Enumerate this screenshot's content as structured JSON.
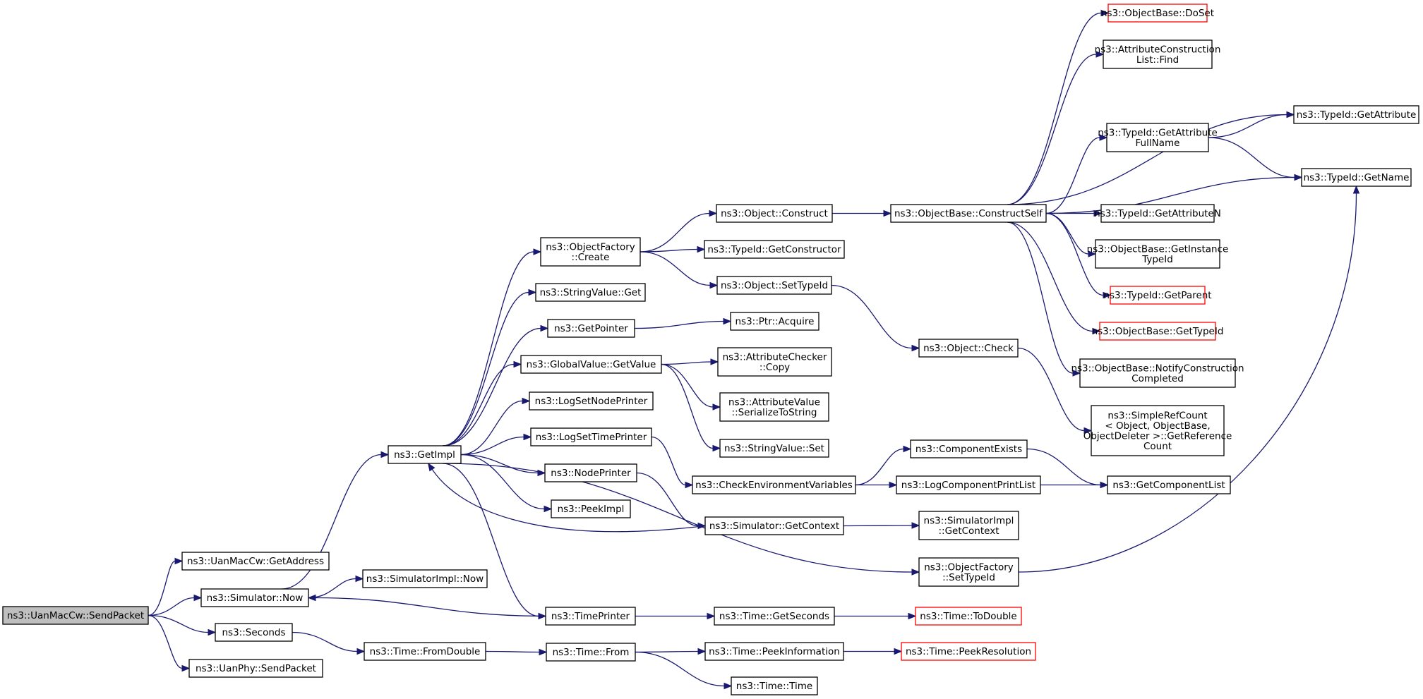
{
  "nodes": [
    {
      "id": "root",
      "lines": [
        "ns3::UanMacCw::SendPacket"
      ],
      "style": "root"
    },
    {
      "id": "getaddress",
      "lines": [
        "ns3::UanMacCw::GetAddress"
      ]
    },
    {
      "id": "simnow",
      "lines": [
        "ns3::Simulator::Now"
      ]
    },
    {
      "id": "seconds",
      "lines": [
        "ns3::Seconds"
      ]
    },
    {
      "id": "uanphysend",
      "lines": [
        "ns3::UanPhy::SendPacket"
      ]
    },
    {
      "id": "getimpl",
      "lines": [
        "ns3::GetImpl"
      ]
    },
    {
      "id": "simimplnow",
      "lines": [
        "ns3::SimulatorImpl::Now"
      ]
    },
    {
      "id": "fromdouble",
      "lines": [
        "ns3::Time::FromDouble"
      ]
    },
    {
      "id": "ofcreate",
      "lines": [
        "ns3::ObjectFactory",
        "::Create"
      ]
    },
    {
      "id": "strvalget",
      "lines": [
        "ns3::StringValue::Get"
      ]
    },
    {
      "id": "getpointer",
      "lines": [
        "ns3::GetPointer"
      ]
    },
    {
      "id": "gvgetvalue",
      "lines": [
        "ns3::GlobalValue::GetValue"
      ]
    },
    {
      "id": "logsetnode",
      "lines": [
        "ns3::LogSetNodePrinter"
      ]
    },
    {
      "id": "logsettime",
      "lines": [
        "ns3::LogSetTimePrinter"
      ]
    },
    {
      "id": "nodeprinter",
      "lines": [
        "ns3::NodePrinter"
      ]
    },
    {
      "id": "peekimpl",
      "lines": [
        "ns3::PeekImpl"
      ]
    },
    {
      "id": "timeprinter",
      "lines": [
        "ns3::TimePrinter"
      ]
    },
    {
      "id": "timefrom",
      "lines": [
        "ns3::Time::From"
      ]
    },
    {
      "id": "objconstruct",
      "lines": [
        "ns3::Object::Construct"
      ]
    },
    {
      "id": "getconstructor",
      "lines": [
        "ns3::TypeId::GetConstructor"
      ]
    },
    {
      "id": "objsettypeid",
      "lines": [
        "ns3::Object::SetTypeId"
      ]
    },
    {
      "id": "ptracquire",
      "lines": [
        "ns3::Ptr::Acquire"
      ]
    },
    {
      "id": "acheckcopy",
      "lines": [
        "ns3::AttributeChecker",
        "::Copy"
      ]
    },
    {
      "id": "avserialize",
      "lines": [
        "ns3::AttributeValue",
        "::SerializeToString"
      ]
    },
    {
      "id": "strvalset",
      "lines": [
        "ns3::StringValue::Set"
      ]
    },
    {
      "id": "checkenv",
      "lines": [
        "ns3::CheckEnvironmentVariables"
      ]
    },
    {
      "id": "simgetcontext",
      "lines": [
        "ns3::Simulator::GetContext"
      ]
    },
    {
      "id": "timegetseconds",
      "lines": [
        "ns3::Time::GetSeconds"
      ]
    },
    {
      "id": "peekinfo",
      "lines": [
        "ns3::Time::PeekInformation"
      ]
    },
    {
      "id": "timetime",
      "lines": [
        "ns3::Time::Time"
      ]
    },
    {
      "id": "constructself",
      "lines": [
        "ns3::ObjectBase::ConstructSelf"
      ]
    },
    {
      "id": "objcheck",
      "lines": [
        "ns3::Object::Check"
      ]
    },
    {
      "id": "compexists",
      "lines": [
        "ns3::ComponentExists"
      ]
    },
    {
      "id": "logcompprint",
      "lines": [
        "ns3::LogComponentPrintList"
      ]
    },
    {
      "id": "simimplgetctx",
      "lines": [
        "ns3::SimulatorImpl",
        "::GetContext"
      ]
    },
    {
      "id": "ofsettypeid",
      "lines": [
        "ns3::ObjectFactory",
        "::SetTypeId"
      ]
    },
    {
      "id": "todouble",
      "lines": [
        "ns3::Time::ToDouble"
      ],
      "style": "red"
    },
    {
      "id": "peekresolution",
      "lines": [
        "ns3::Time::PeekResolution"
      ],
      "style": "red"
    },
    {
      "id": "doset",
      "lines": [
        "ns3::ObjectBase::DoSet"
      ],
      "style": "red"
    },
    {
      "id": "aclfind",
      "lines": [
        "ns3::AttributeConstruction",
        "List::Find"
      ]
    },
    {
      "id": "getattrfullname",
      "lines": [
        "ns3::TypeId::GetAttribute",
        "FullName"
      ]
    },
    {
      "id": "getattributen",
      "lines": [
        "ns3::TypeId::GetAttributeN"
      ]
    },
    {
      "id": "getinstancetypeid",
      "lines": [
        "ns3::ObjectBase::GetInstance",
        "TypeId"
      ]
    },
    {
      "id": "getparent",
      "lines": [
        "ns3::TypeId::GetParent"
      ],
      "style": "red"
    },
    {
      "id": "obgettypeid",
      "lines": [
        "ns3::ObjectBase::GetTypeId"
      ],
      "style": "red"
    },
    {
      "id": "notifyconstruction",
      "lines": [
        "ns3::ObjectBase::NotifyConstruction",
        "Completed"
      ]
    },
    {
      "id": "simplerefcount",
      "lines": [
        "ns3::SimpleRefCount",
        "< Object, ObjectBase,",
        " ObjectDeleter >::GetReference",
        "Count"
      ]
    },
    {
      "id": "getcomponentlist",
      "lines": [
        "ns3::GetComponentList"
      ]
    },
    {
      "id": "getattribute",
      "lines": [
        "ns3::TypeId::GetAttribute"
      ]
    },
    {
      "id": "getname",
      "lines": [
        "ns3::TypeId::GetName"
      ]
    }
  ],
  "edges": [
    [
      "root",
      "getaddress"
    ],
    [
      "root",
      "simnow"
    ],
    [
      "root",
      "seconds"
    ],
    [
      "root",
      "uanphysend"
    ],
    [
      "simnow",
      "getimpl"
    ],
    [
      "simnow",
      "simimplnow"
    ],
    [
      "seconds",
      "fromdouble"
    ],
    [
      "getimpl",
      "ofcreate"
    ],
    [
      "getimpl",
      "strvalget"
    ],
    [
      "getimpl",
      "getpointer"
    ],
    [
      "getimpl",
      "gvgetvalue"
    ],
    [
      "getimpl",
      "logsetnode"
    ],
    [
      "getimpl",
      "logsettime"
    ],
    [
      "getimpl",
      "nodeprinter"
    ],
    [
      "getimpl",
      "peekimpl"
    ],
    [
      "getimpl",
      "timeprinter"
    ],
    [
      "getimpl",
      "ofsettypeid"
    ],
    [
      "fromdouble",
      "timefrom"
    ],
    [
      "ofcreate",
      "objconstruct"
    ],
    [
      "ofcreate",
      "getconstructor"
    ],
    [
      "ofcreate",
      "objsettypeid"
    ],
    [
      "getpointer",
      "ptracquire"
    ],
    [
      "gvgetvalue",
      "acheckcopy"
    ],
    [
      "gvgetvalue",
      "avserialize"
    ],
    [
      "gvgetvalue",
      "strvalset"
    ],
    [
      "logsettime",
      "checkenv"
    ],
    [
      "nodeprinter",
      "simgetcontext"
    ],
    [
      "simgetcontext",
      "getimpl"
    ],
    [
      "simgetcontext",
      "simimplgetctx"
    ],
    [
      "timeprinter",
      "simnow"
    ],
    [
      "timeprinter",
      "timegetseconds"
    ],
    [
      "timefrom",
      "peekinfo"
    ],
    [
      "timefrom",
      "timetime"
    ],
    [
      "objconstruct",
      "constructself"
    ],
    [
      "objsettypeid",
      "objcheck"
    ],
    [
      "checkenv",
      "compexists"
    ],
    [
      "checkenv",
      "logcompprint"
    ],
    [
      "timegetseconds",
      "todouble"
    ],
    [
      "peekinfo",
      "peekresolution"
    ],
    [
      "constructself",
      "doset"
    ],
    [
      "constructself",
      "aclfind"
    ],
    [
      "constructself",
      "getattribute"
    ],
    [
      "constructself",
      "getattrfullname"
    ],
    [
      "constructself",
      "getname"
    ],
    [
      "constructself",
      "getattributen"
    ],
    [
      "constructself",
      "getinstancetypeid"
    ],
    [
      "constructself",
      "getparent"
    ],
    [
      "constructself",
      "obgettypeid"
    ],
    [
      "constructself",
      "notifyconstruction"
    ],
    [
      "objcheck",
      "simplerefcount"
    ],
    [
      "compexists",
      "getcomponentlist"
    ],
    [
      "logcompprint",
      "getcomponentlist"
    ],
    [
      "getattrfullname",
      "getattribute"
    ],
    [
      "getattrfullname",
      "getname"
    ],
    [
      "ofsettypeid",
      "getname"
    ]
  ],
  "colors": {
    "edge": "#191970",
    "root_fill": "#bfbfbf",
    "red_border": "#ff0000"
  }
}
